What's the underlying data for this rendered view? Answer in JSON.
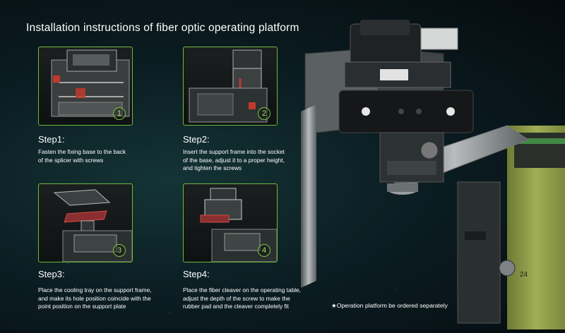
{
  "title": "Installation instructions of fiber optic operating platform",
  "steps": [
    {
      "number": "1",
      "title": "Step1:",
      "desc": "Fasten the fixing base to the back of the splicer with screws"
    },
    {
      "number": "2",
      "title": "Step2:",
      "desc": "Insert the support frame into the socket of the base, adjust it to  a proper height, and tighten the screws"
    },
    {
      "number": "3",
      "title": "Step3:",
      "desc": "Place the cooling tray on the support frame, and make its hole position coincide with the point position on the support plate"
    },
    {
      "number": "4",
      "title": "Step4:",
      "desc": "Place the fiber cleaver on the operating table, adjust the depth of the screw to make the rubber pad and the cleaver completely fit"
    }
  ],
  "note": "★Operation platform be ordered separately",
  "colors": {
    "accent": "#6fb93a",
    "background": "#0b1d22",
    "machine_green": "#8a9a3f"
  }
}
